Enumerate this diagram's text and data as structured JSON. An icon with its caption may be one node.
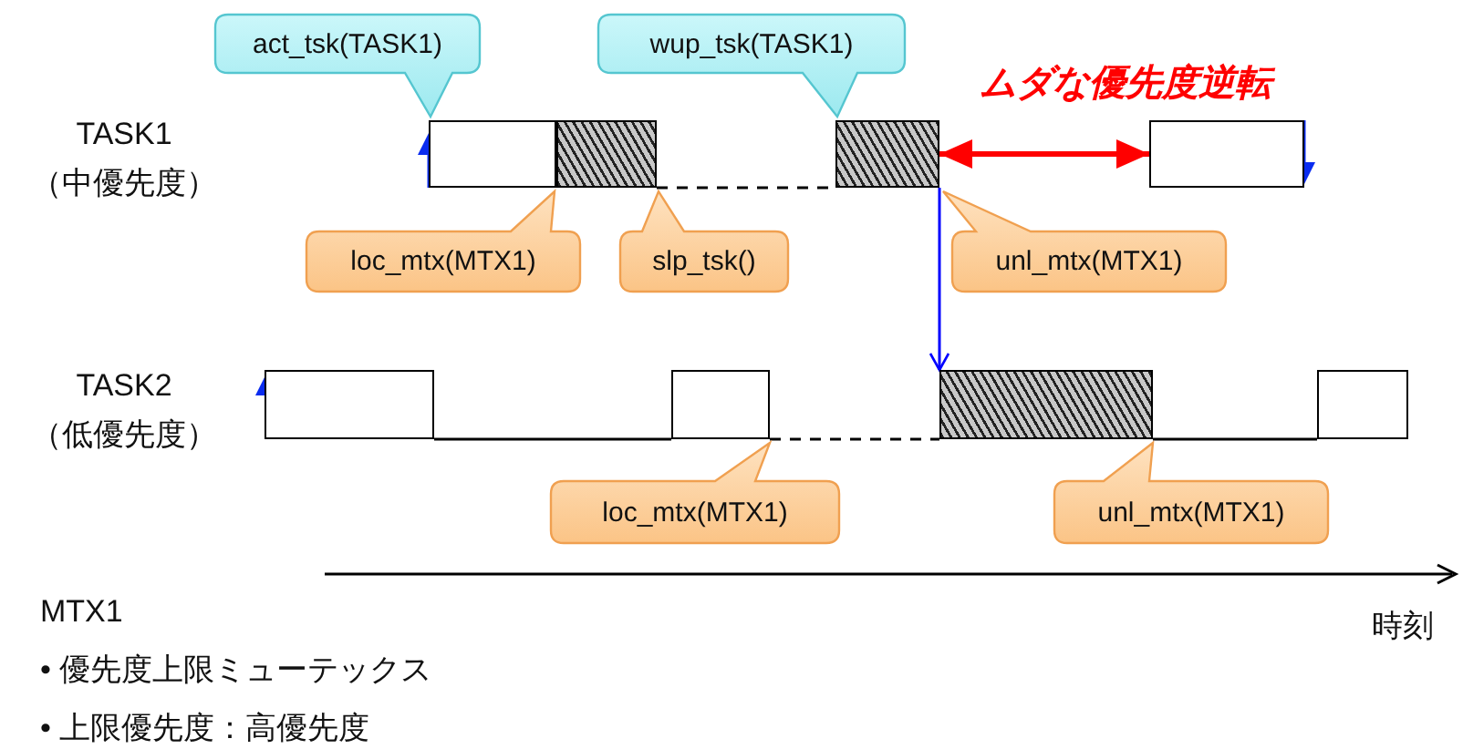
{
  "diagram": {
    "nodes": [
      {
        "text": [],
        "shape": "bar"
      },
      {
        "text": [],
        "shape": "bar"
      },
      {
        "text": [],
        "shape": "bar"
      },
      {
        "text": [],
        "shape": "bar"
      },
      {
        "text": [],
        "shape": "bar"
      },
      {
        "text": [],
        "shape": "bar"
      },
      {
        "text": [],
        "shape": "bar"
      },
      {
        "text": [],
        "shape": "bar"
      },
      {
        "text": [
          "act_tsk(TASK1)"
        ]
      },
      {
        "text": [
          "wup_tsk(TASK1)"
        ]
      },
      {
        "text": [
          "loc_mtx(MTX1)"
        ]
      },
      {
        "text": [
          "slp_tsk()"
        ]
      },
      {
        "text": [
          "unl_mtx(MTX1)"
        ]
      },
      {
        "text": [
          "loc_mtx(MTX1)"
        ]
      },
      {
        "text": [
          "unl_mtx(MTX1)"
        ]
      }
    ],
    "edges": [
      {
        "from": 2,
        "to": 3,
        "arrow": "both",
        "label": "ムダな優先度逆転",
        "style": "thick",
        "color": "#ff0000"
      },
      {
        "from": 2,
        "to": 6,
        "arrow": "to",
        "color": "#0000ff"
      },
      {
        "from": 1,
        "to": 2,
        "arrow": "none",
        "style": "dashed"
      },
      {
        "from": 4,
        "to": 5,
        "arrow": "none"
      },
      {
        "from": 5,
        "to": 6,
        "arrow": "none",
        "style": "dashed"
      },
      {
        "from": 6,
        "to": 7,
        "arrow": "none"
      }
    ],
    "labels": [
      "TASK1 （中優先度）",
      "TASK2 （低優先度）",
      "時刻",
      "MTX1",
      "• 優先度上限ミューテックス",
      "• 上限優先度：高優先度"
    ]
  }
}
